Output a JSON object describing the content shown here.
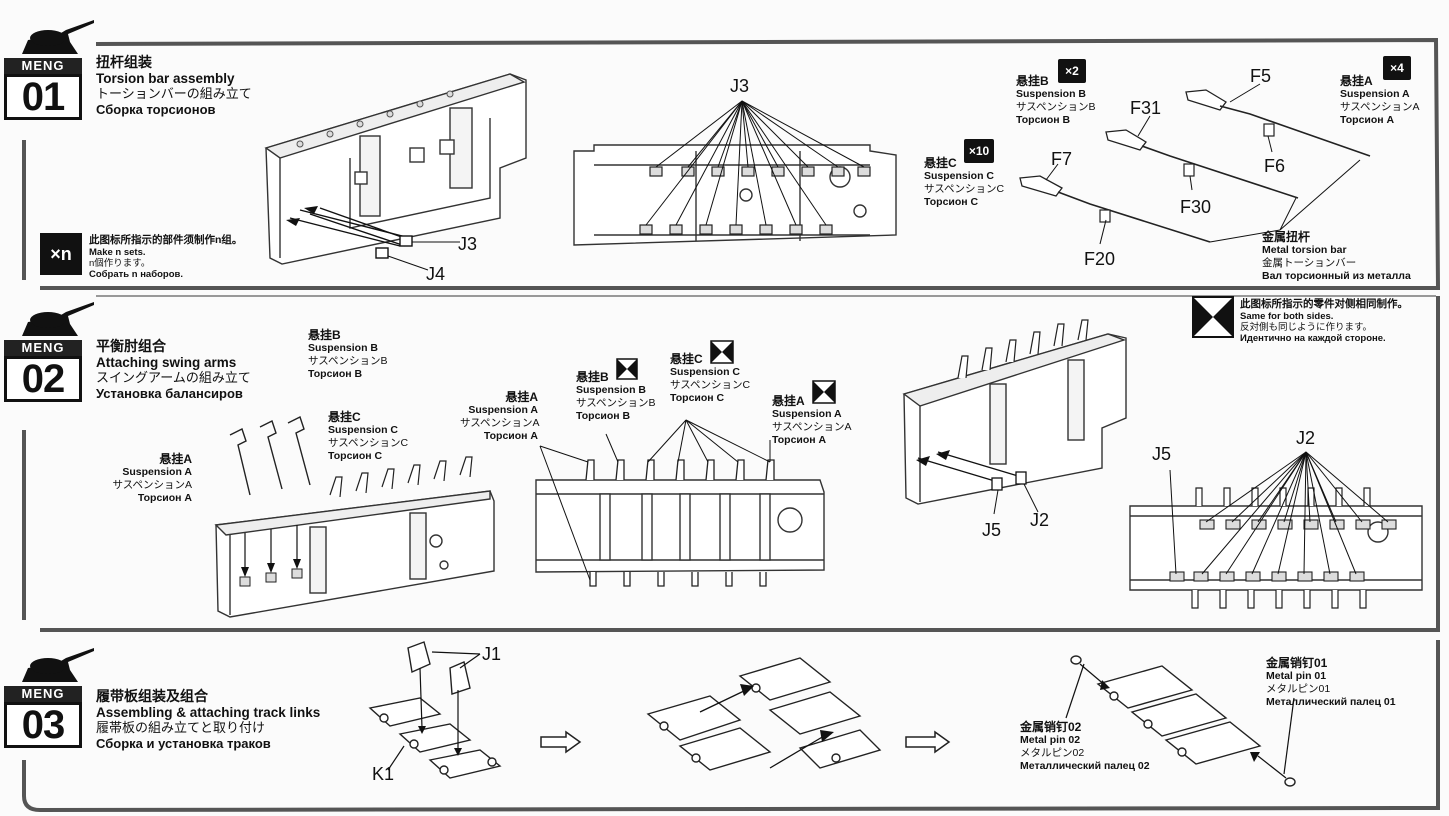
{
  "brand": "MENG",
  "steps": [
    {
      "number": "01",
      "title_zh": "扭杆组装",
      "title_en": "Torsion bar assembly",
      "title_jp": "トーションバーの組み立て",
      "title_ru": "Сборка торсионов",
      "labels": {
        "j3_left": "J3",
        "j4": "J4",
        "j3_top": "J3",
        "f5": "F5",
        "f31": "F31",
        "f7": "F7",
        "f6": "F6",
        "f30": "F30",
        "f20": "F20"
      },
      "sets_note": {
        "icon": "×n",
        "zh": "此图标所指示的部件须制作n组。",
        "en": "Make n sets.",
        "jp": "n個作ります。",
        "ru": "Собрать n наборов."
      },
      "suspension_b": {
        "zh": "悬挂B",
        "en": "Suspension B",
        "jp": "サスペンションB",
        "ru": "Торсион B",
        "mult": "×2"
      },
      "suspension_c": {
        "zh": "悬挂C",
        "en": "Suspension C",
        "jp": "サスペンションC",
        "ru": "Торсион C",
        "mult": "×10"
      },
      "suspension_a": {
        "zh": "悬挂A",
        "en": "Suspension A",
        "jp": "サスペンションA",
        "ru": "Торсион A",
        "mult": "×4"
      },
      "metal_bar": {
        "zh": "金属扭杆",
        "en": "Metal torsion bar",
        "jp": "金属トーションバー",
        "ru": "Вал торсионный из металла"
      }
    },
    {
      "number": "02",
      "title_zh": "平衡肘组合",
      "title_en": "Attaching swing arms",
      "title_jp": "スイングアームの組み立て",
      "title_ru": "Установка балансиров",
      "both_sides_note": {
        "zh": "此图标所指示的零件对侧相同制作。",
        "en": "Same for both sides.",
        "jp": "反対側も同じように作ります。",
        "ru": "Идентично на каждой стороне."
      },
      "left_b": {
        "zh": "悬挂B",
        "en": "Suspension B",
        "jp": "サスペンションB",
        "ru": "Торсион B"
      },
      "left_c": {
        "zh": "悬挂C",
        "en": "Suspension C",
        "jp": "サスペンションC",
        "ru": "Торсион C"
      },
      "left_a": {
        "zh": "悬挂A",
        "en": "Suspension A",
        "jp": "サスペンションA",
        "ru": "Торсион A"
      },
      "mid_a": {
        "zh": "悬挂A",
        "en": "Suspension A",
        "jp": "サスペンションA",
        "ru": "Торсион A"
      },
      "mid_b": {
        "zh": "悬挂B",
        "en": "Suspension B",
        "jp": "サスペンションB",
        "ru": "Торсион B"
      },
      "mid_c": {
        "zh": "悬挂C",
        "en": "Suspension C",
        "jp": "サスペンションC",
        "ru": "Торсион C"
      },
      "mid_a2": {
        "zh": "悬挂A",
        "en": "Suspension A",
        "jp": "サスペンションA",
        "ru": "Торсион A"
      },
      "labels": {
        "j5_a": "J5",
        "j2_a": "J2",
        "j5_b": "J5",
        "j2_b": "J2"
      }
    },
    {
      "number": "03",
      "title_zh": "履带板组装及组合",
      "title_en": "Assembling & attaching track links",
      "title_jp": "履帯板の組み立てと取り付け",
      "title_ru": "Сборка и установка траков",
      "labels": {
        "j1": "J1",
        "k1": "K1"
      },
      "pin_02": {
        "zh": "金属销钉02",
        "en": "Metal pin 02",
        "jp": "メタルピン02",
        "ru": "Металлический палец 02"
      },
      "pin_01": {
        "zh": "金属销钉01",
        "en": "Metal pin 01",
        "jp": "メタルピン01",
        "ru": "Металлический палец 01"
      }
    }
  ]
}
